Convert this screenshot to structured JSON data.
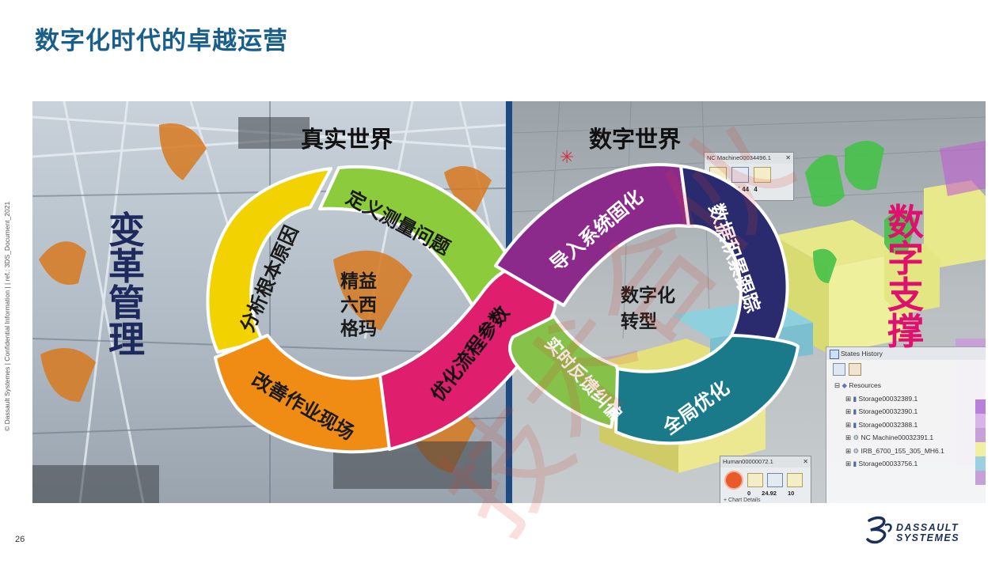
{
  "slide": {
    "title": "数字化时代的卓越运营",
    "side_note": "© Dassault Systemes | Confidential Information | | ref.: 3DS_Document_2021",
    "page_number": "26",
    "logo_line1": "DASSAULT",
    "logo_line2": "SYSTEMES"
  },
  "diagram": {
    "real_world_label": "真实世界",
    "digital_world_label": "数字世界",
    "left_vertical_label": "变革管理",
    "right_vertical_label": "数字支撑",
    "left_center_label": [
      "精益",
      "六西",
      "格玛"
    ],
    "right_center_label": [
      "数字化",
      "转型"
    ],
    "segments": [
      {
        "label": "分析根本原因",
        "color": "#f2d200"
      },
      {
        "label": "定义测量问题",
        "color": "#8ccc3c"
      },
      {
        "label": "改善作业现场",
        "color": "#f08c14"
      },
      {
        "label": "优化流程参数",
        "color": "#e01e6e"
      },
      {
        "label": "导入系统固化",
        "color": "#8c2a8c"
      },
      {
        "label": "数据积累跟踪",
        "color": "#2a2a6e"
      },
      {
        "label": "实时反馈纠偏",
        "color": "#86c24a"
      },
      {
        "label": "全局优化",
        "color": "#1a7a8a"
      }
    ],
    "colors": {
      "left_vertical": "#1e2a5e",
      "right_vertical": "#e0106e",
      "divider": "#1b4b82",
      "title": "#1a5f8c"
    }
  },
  "screenshot_ui": {
    "nc_window_title": "NC Machine00034496.1",
    "nc_value": "16.44",
    "nc_count": "4",
    "human_window_title": "Human00000072.1",
    "human_values": [
      "0",
      "24.92",
      "10"
    ],
    "human_footer": "+ Chart Details",
    "states_history_title": "States History",
    "resources_label": "Resources",
    "resources": [
      "Storage00032389.1",
      "Storage00032390.1",
      "Storage00032388.1",
      "NC Machine00032391.1",
      "IRB_6700_155_305_MH6.1",
      "Storage00033756.1"
    ]
  },
  "watermark": "技术合伙"
}
